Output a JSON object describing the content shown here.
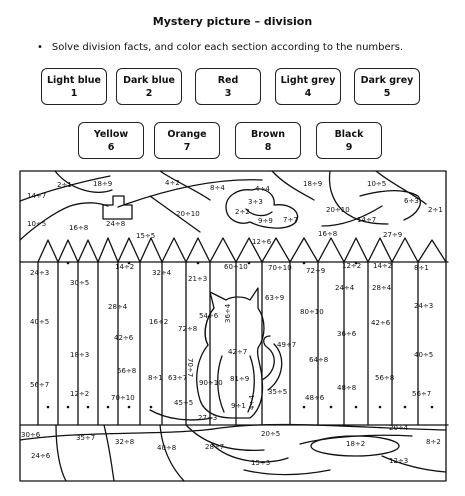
{
  "header": {
    "title": "Mystery picture – division",
    "instruction": "Solve division facts, and color each section according to the numbers."
  },
  "color_key": [
    {
      "name": "Light blue",
      "number": "1"
    },
    {
      "name": "Dark blue",
      "number": "2"
    },
    {
      "name": "Red",
      "number": "3"
    },
    {
      "name": "Light grey",
      "number": "4"
    },
    {
      "name": "Dark grey",
      "number": "5"
    },
    {
      "name": "Yellow",
      "number": "6"
    },
    {
      "name": "Orange",
      "number": "7"
    },
    {
      "name": "Brown",
      "number": "8"
    },
    {
      "name": "Black",
      "number": "9"
    }
  ],
  "picture_labels": [
    "2÷1",
    "14÷7",
    "18÷9",
    "4÷2",
    "8÷4",
    "4÷4",
    "3÷3",
    "18÷9",
    "10÷5",
    "6÷3",
    "2÷1",
    "10÷5",
    "16÷8",
    "24÷8",
    "20÷10",
    "2÷2",
    "9÷9",
    "7÷7",
    "20÷10",
    "14÷7",
    "27÷9",
    "15÷5",
    "12÷6",
    "16÷8",
    "24÷3",
    "14÷2",
    "32÷4",
    "21÷3",
    "60÷10",
    "70÷10",
    "72÷9",
    "12÷2",
    "14÷2",
    "8÷1",
    "30÷5",
    "24÷4",
    "28÷4",
    "28÷4",
    "54÷6",
    "63÷9",
    "80÷10",
    "42÷6",
    "24÷3",
    "40÷5",
    "16÷2",
    "72÷8",
    "36÷4",
    "36÷6",
    "42÷6",
    "49÷7",
    "18÷3",
    "70÷7",
    "40÷5",
    "56÷8",
    "42÷7",
    "64÷8",
    "56÷7",
    "8÷1",
    "63÷7",
    "90÷10",
    "81÷9",
    "48÷8",
    "56÷8",
    "12÷2",
    "70÷10",
    "35÷5",
    "48÷6",
    "56÷7",
    "45÷5",
    "9÷1",
    "4÷4",
    "27÷3",
    "30÷6",
    "35÷7",
    "32÷8",
    "20÷5",
    "18÷2",
    "20÷4",
    "8÷2",
    "24÷6",
    "40÷8",
    "28÷7",
    "15÷3",
    "12÷3"
  ]
}
